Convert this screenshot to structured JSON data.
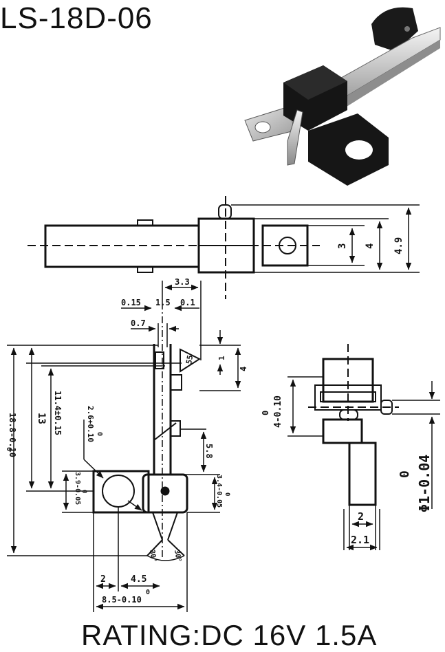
{
  "title": "LS-18D-06",
  "rating": "RATING:DC 16V 1.5A",
  "dimensions": {
    "top_view": {
      "d1": "3",
      "d2": "4",
      "d3": "4.9"
    },
    "front_view": {
      "w33": "3.3",
      "w015": "0.15",
      "w15": "1.5",
      "w01": "0.1",
      "w07": "0.7",
      "h1": "1",
      "h4": "4",
      "ang55": "55",
      "h188": "18.8-0.10",
      "h188_tol": "0",
      "h13": "13",
      "h114": "11.4±0.15",
      "d26": "2.6+0.10",
      "d26_tol": "0",
      "h58": "5.8",
      "h39": "3.9-0.05",
      "h39_tol": "0",
      "h34": "3.4-0.05",
      "h34_tol": "0",
      "ang30a": "30°",
      "ang30b": "30°",
      "w2": "2",
      "w45": "4.5",
      "w85": "8.5-0.10",
      "w85_tol": "0"
    },
    "side_view": {
      "h4": "4-0.10",
      "h4_tol": "0",
      "phi": "Φ1-0.04",
      "phi_tol": "0",
      "w2": "2",
      "w21": "2.1"
    }
  }
}
